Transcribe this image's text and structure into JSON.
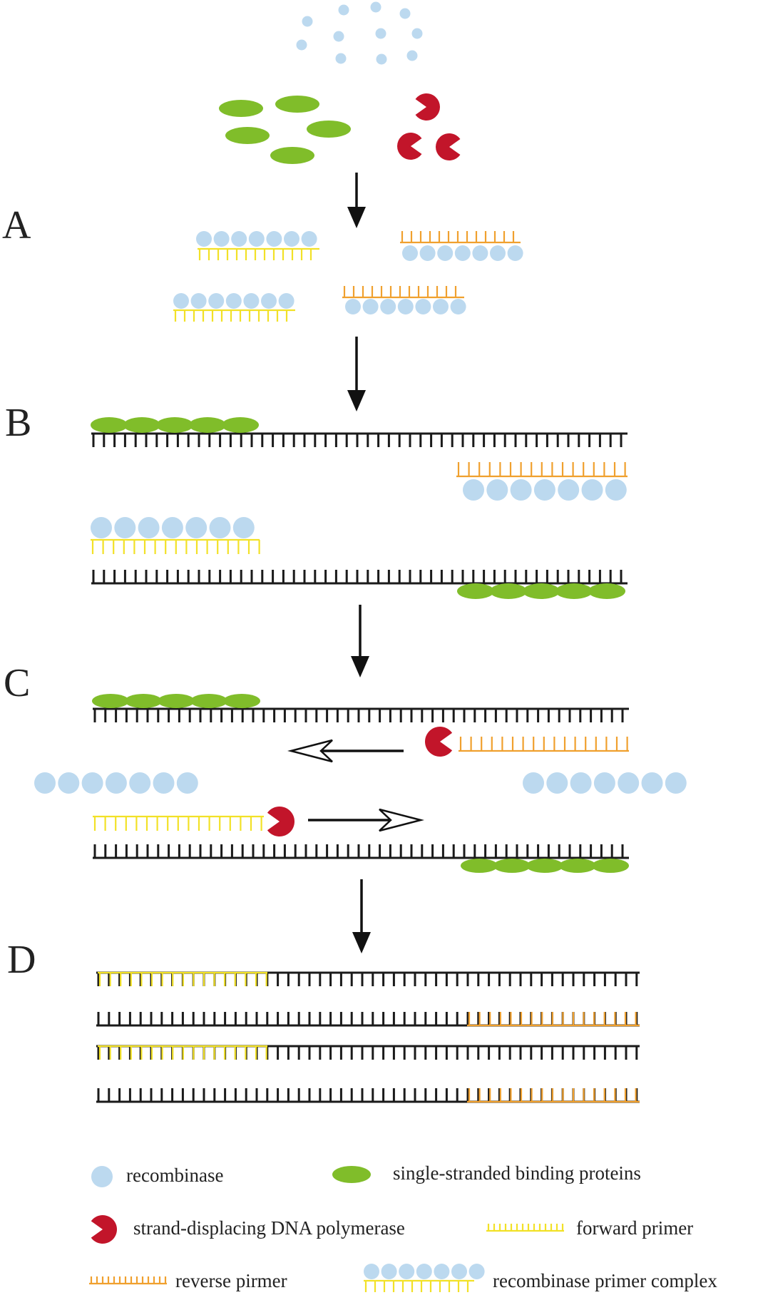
{
  "steps": [
    "A",
    "B",
    "C",
    "D"
  ],
  "colors": {
    "recombinase": "#bcd9ef",
    "ssb": "#80bd2a",
    "polymerase": "#c2152a",
    "forward_primer": "#f2e127",
    "reverse_primer": "#f0a02e",
    "dna": "#1a1a1a"
  },
  "legend": {
    "recombinase": "recombinase",
    "ssb": "single-stranded binding proteins",
    "polymerase": "strand-displacing DNA polymerase",
    "forward_primer": "forward primer",
    "reverse_primer": "reverse pirmer",
    "complex": "recombinase primer complex"
  }
}
